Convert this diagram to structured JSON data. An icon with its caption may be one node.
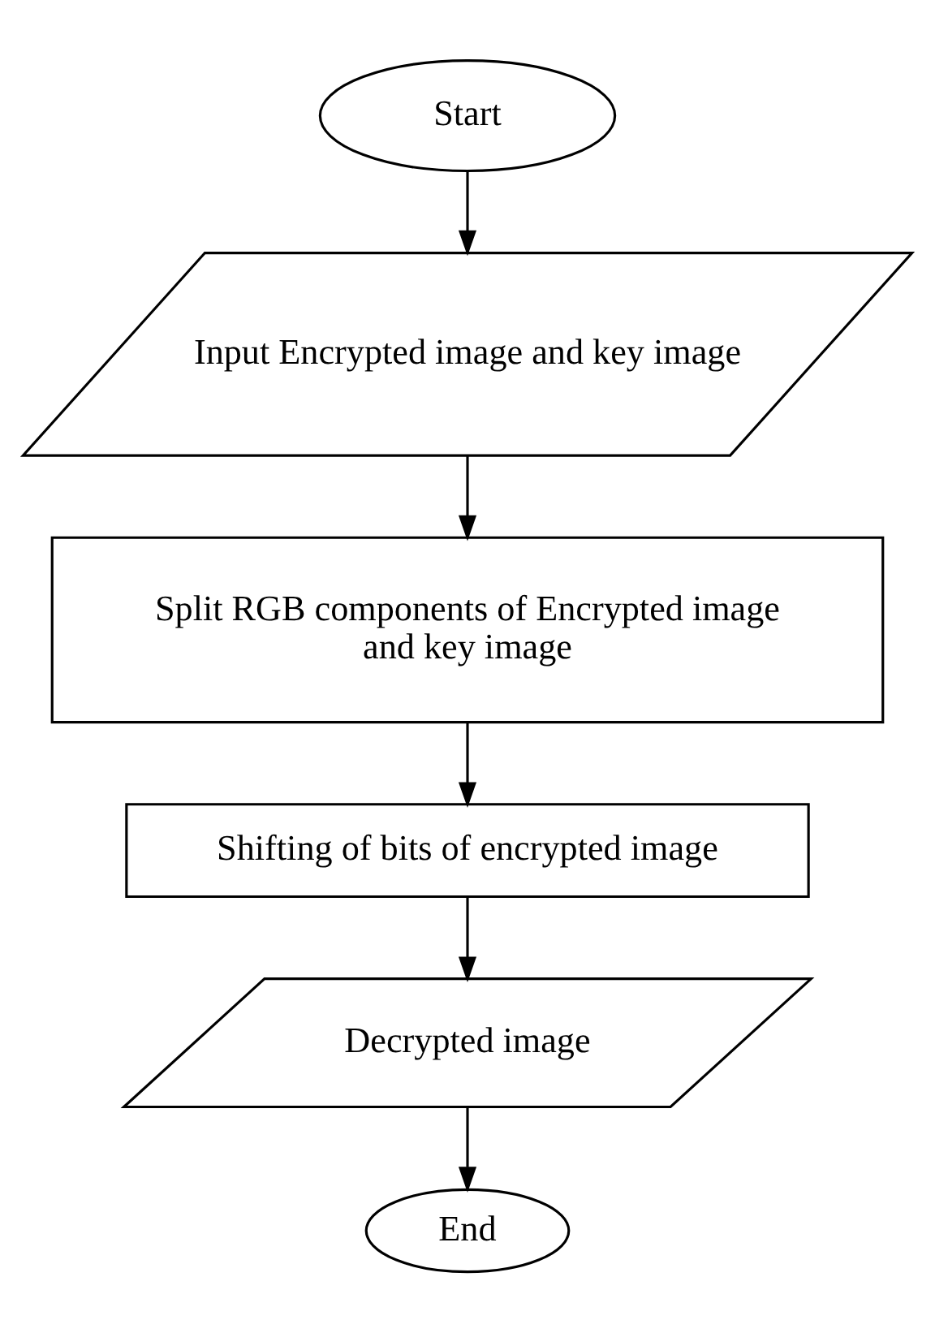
{
  "diagram": {
    "nodes": [
      {
        "text": [
          "Start"
        ]
      },
      {
        "text": [
          "Input Encrypted image and key image"
        ]
      },
      {
        "text": [
          "Split RGB components of Encrypted image and key image"
        ]
      },
      {
        "text": [
          "Shifting of bits of encrypted image"
        ]
      },
      {
        "text": [
          "Decrypted image"
        ]
      },
      {
        "text": [
          "End"
        ]
      }
    ],
    "edges": [
      {
        "from": 0,
        "to": 1,
        "arrow": "to"
      },
      {
        "from": 1,
        "to": 2,
        "arrow": "to"
      },
      {
        "from": 2,
        "to": 3,
        "arrow": "to"
      },
      {
        "from": 3,
        "to": 4,
        "arrow": "to"
      },
      {
        "from": 4,
        "to": 5,
        "arrow": "to"
      }
    ]
  }
}
